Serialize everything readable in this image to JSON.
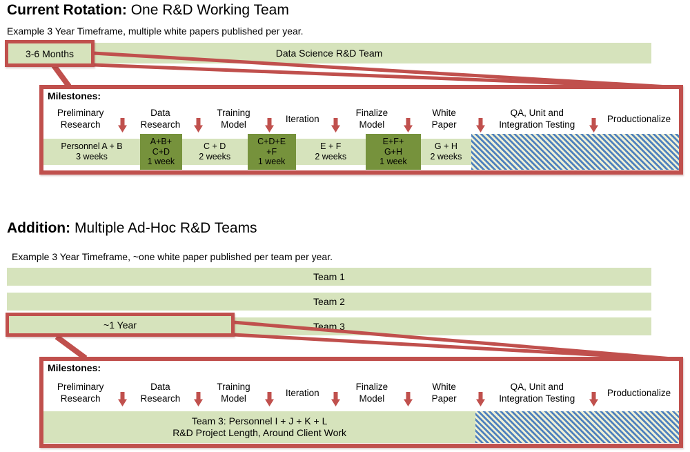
{
  "colors": {
    "accent_red": "#c0504d",
    "light_green": "#d6e3bc",
    "dark_green": "#76923c",
    "hatch_blue": "#4f81bd",
    "hatch_background": "#eef0d6"
  },
  "stages": [
    {
      "line1": "Preliminary",
      "line2": "Research"
    },
    {
      "line1": "Data",
      "line2": "Research"
    },
    {
      "line1": "Training",
      "line2": "Model"
    },
    {
      "line1": "Iteration",
      "line2": ""
    },
    {
      "line1": "Finalize",
      "line2": "Model"
    },
    {
      "line1": "White",
      "line2": "Paper"
    },
    {
      "line1": "QA, Unit and",
      "line2": "Integration Testing"
    },
    {
      "line1": "Productionalize",
      "line2": ""
    }
  ],
  "section1": {
    "title_bold": "Current Rotation:",
    "title_rest": "One R&D Working Team",
    "subtitle": "Example 3 Year Timeframe, multiple white papers published per year.",
    "team_bar_label": "Data Science R&D Team",
    "callout_label": "3-6 Months",
    "milestones_heading": "Milestones:",
    "cells": [
      {
        "lines": [
          "Personnel A + B",
          "3 weeks"
        ]
      },
      {
        "lines": [
          "A+B+",
          "C+D",
          "1 week"
        ]
      },
      {
        "lines": [
          "C + D",
          "2 weeks"
        ]
      },
      {
        "lines": [
          "C+D+E",
          "+F",
          "1 week"
        ]
      },
      {
        "lines": [
          "E + F",
          "2 weeks"
        ]
      },
      {
        "lines": [
          "E+F+",
          "G+H",
          "1 week"
        ]
      },
      {
        "lines": [
          "G + H",
          "2 weeks"
        ]
      },
      {
        "lines": [],
        "hatched": true
      }
    ]
  },
  "section2": {
    "title_bold": "Addition:",
    "title_rest": "Multiple Ad-Hoc R&D Teams",
    "subtitle": "Example 3 Year Timeframe, ~one white paper published per team per year.",
    "team_bar_labels": [
      "Team 1",
      "Team 2",
      "Team 3"
    ],
    "callout_label": "~1 Year",
    "milestones_heading": "Milestones:",
    "project_bar": {
      "line1": "Team 3: Personnel I + J + K + L",
      "line2": "R&D Project Length, Around Client Work",
      "hatched_tail": true
    }
  }
}
